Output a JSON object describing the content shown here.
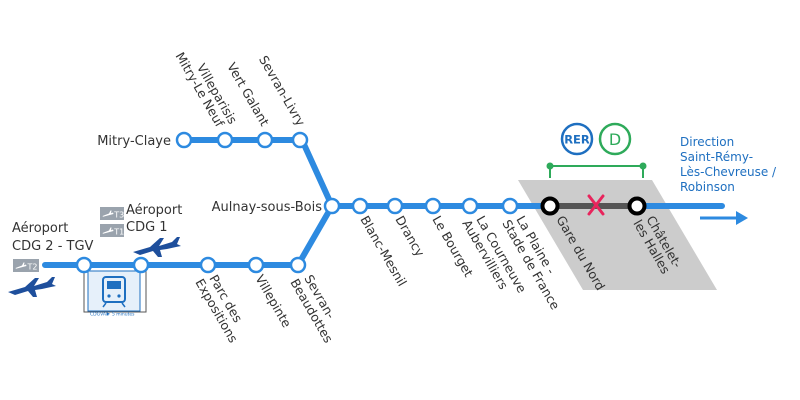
{
  "line": {
    "network": "RER",
    "letter": "D",
    "colors": {
      "track": "#2d8ae0",
      "station_fill": "#ffffff",
      "station_stroke": "#2d8ae0",
      "rer_badge": "#1e6fc0",
      "line_d_badge": "#2eaa5a",
      "closed_mark": "#e8245c",
      "closed_zone": "#cccccc",
      "terminal_stroke": "#000000"
    }
  },
  "stations": {
    "mitry_claye": "Mitry-Claye",
    "mitry_neuf": "Mitry-Le Neuf",
    "villeparisis": "Villeparisis",
    "vert_galant": "Vert Galant",
    "sevran_livry": "Sevran-Livry",
    "aulnay": "Aulnay-sous-Bois",
    "blanc_mesnil": "Blanc-Mesnil",
    "drancy": "Drancy",
    "le_bourget": "Le Bourget",
    "la_courneuve_1": "La Courneuve",
    "la_courneuve_2": "Aubervilliers",
    "la_plaine_1": "La Plaine -",
    "la_plaine_2": "Stade de France",
    "gare_du_nord": "Gare du Nord",
    "chatelet_1": "Châtelet-",
    "chatelet_2": "les Halles",
    "cdg1_1": "Aéroport",
    "cdg1_2": "CDG 1",
    "cdg2_1": "Aéroport",
    "cdg2_2": "CDG 2 - TGV",
    "parc_1": "Parc des",
    "parc_2": "Expositions",
    "villepinte": "Villepinte",
    "beaudottes_1": "Sevran-",
    "beaudottes_2": "Beaudottes"
  },
  "terminals": {
    "t3": "T3",
    "t1": "T1",
    "t2": "T2",
    "icon": "plane-icon"
  },
  "shuttle": {
    "name": "CDGVAL",
    "time": "5 minutes",
    "icon": "train-icon"
  },
  "direction": {
    "line1": "Direction",
    "line2": "Saint-Rémy-",
    "line3": "Lès-Chevreuse /",
    "line4": "Robinson"
  },
  "badges": {
    "rer": "RER",
    "d": "D"
  }
}
